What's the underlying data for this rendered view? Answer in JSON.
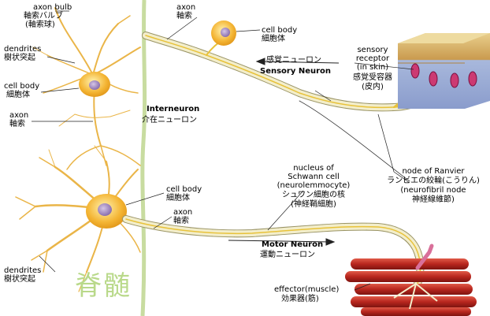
{
  "labels": {
    "axon_bulb": "axon bulb",
    "axon_bulb_jp": "軸索バルブ",
    "axon_bulb_jp2": "(軸索球)",
    "dendrites_top": "dendrites",
    "dendrites_top_jp": "樹状突起",
    "cell_body_left": "cell body",
    "cell_body_left_jp": "細胞体",
    "axon_left": "axon",
    "axon_left_jp": "軸索",
    "interneuron": "Interneuron",
    "interneuron_jp": "介在ニューロン",
    "axon_top": "axon",
    "axon_top_jp": "軸索",
    "cell_body_top": "cell body",
    "cell_body_top_jp": "細胞体",
    "sensory_jp": "感覚ニューロン",
    "sensory": "Sensory  Neuron",
    "sensory_receptor": "sensory",
    "sensory_receptor2": "receptor",
    "sensory_receptor3": "(in skin)",
    "sensory_receptor_jp": "感覚受容器",
    "sensory_receptor_jp2": "(皮内)",
    "schwann1": "nucleus of",
    "schwann2": "Schwann cell",
    "schwann3": "(neurolemmocyte)",
    "schwann_jp": "シュワン細胞の核",
    "schwann_jp2": "(神経鞘細胞)",
    "ranvier1": "node of Ranvier",
    "ranvier_jp": "ランビエの絞輪(こうりん)",
    "ranvier2": "(neurofibril node",
    "ranvier_jp2": "神経線維節)",
    "cell_body_motor": "cell body",
    "cell_body_motor_jp": "細胞体",
    "axon_motor": "axon",
    "axon_motor_jp": "軸索",
    "motor": "Motor Neuron",
    "motor_jp": "運動ニューロン",
    "dendrites_bottom": "dendrites",
    "dendrites_bottom_jp": "樹状突起",
    "effector": "effector(muscle)",
    "effector_jp": "効果器(筋)",
    "spinal_cord_jp": "脊髄"
  },
  "colors": {
    "myelin": "#f3eecb",
    "axon_core": "#e8c23a",
    "cell_body": "#f4b534",
    "nucleus": "#a98fc0",
    "spinal_line": "#c8dca0",
    "muscle": "#b8261e",
    "skin_top": "#d8b46a",
    "skin_body": "#9fb2d8"
  }
}
